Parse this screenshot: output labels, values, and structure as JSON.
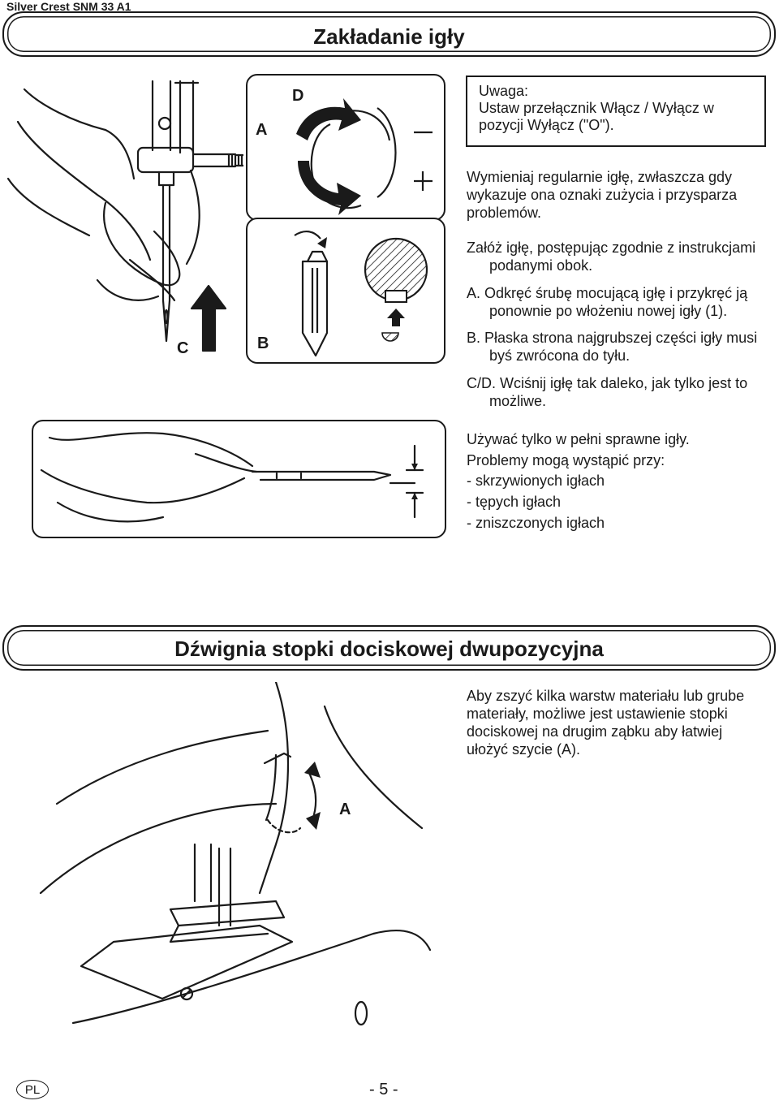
{
  "header": {
    "title": "Silver Crest SNM 33 A1"
  },
  "section1": {
    "title": "Zakładanie igły",
    "note": {
      "label": "Uwaga:",
      "line1": "Ustaw przełącznik Włącz / Wyłącz w",
      "line2": "pozycji Wyłącz (\"O\")."
    },
    "intro": "Wymieniaj regularnie igłę, zwłaszcza gdy wykazuje ona oznaki zużycia i przysparza problemów.",
    "instr": "Załóż igłę, postępując zgodnie z instrukcjami podanymi obok.",
    "step_a": "A.  Odkręć śrubę mocującą igłę i przykręć ją ponownie po włożeniu nowej igły (1).",
    "step_b": "B.  Płaska strona najgrubszej części igły musi byś zwrócona do tyłu.",
    "step_cd": "C/D. Wciśnij igłę tak daleko, jak tylko jest to możliwe.",
    "use": "Używać tylko w pełni sprawne igły.",
    "problems": "Problemy mogą wystąpić przy:",
    "list": [
      "- skrzywionych igłach",
      "- tępych igłach",
      "- zniszczonych igłach"
    ],
    "labels": {
      "a": "A",
      "b": "B",
      "c": "C",
      "d": "D",
      "minus": "—",
      "plus": "+"
    }
  },
  "section2": {
    "title": "Dźwignia stopki dociskowej dwupozycyjna",
    "text": "Aby zszyć kilka warstw materiału lub grube materiały, możliwe jest ustawienie stopki dociskowej na drugim ząbku aby łatwiej ułożyć szycie (A).",
    "label_a": "A"
  },
  "footer": {
    "lang": "PL",
    "page": "- 5 -"
  }
}
